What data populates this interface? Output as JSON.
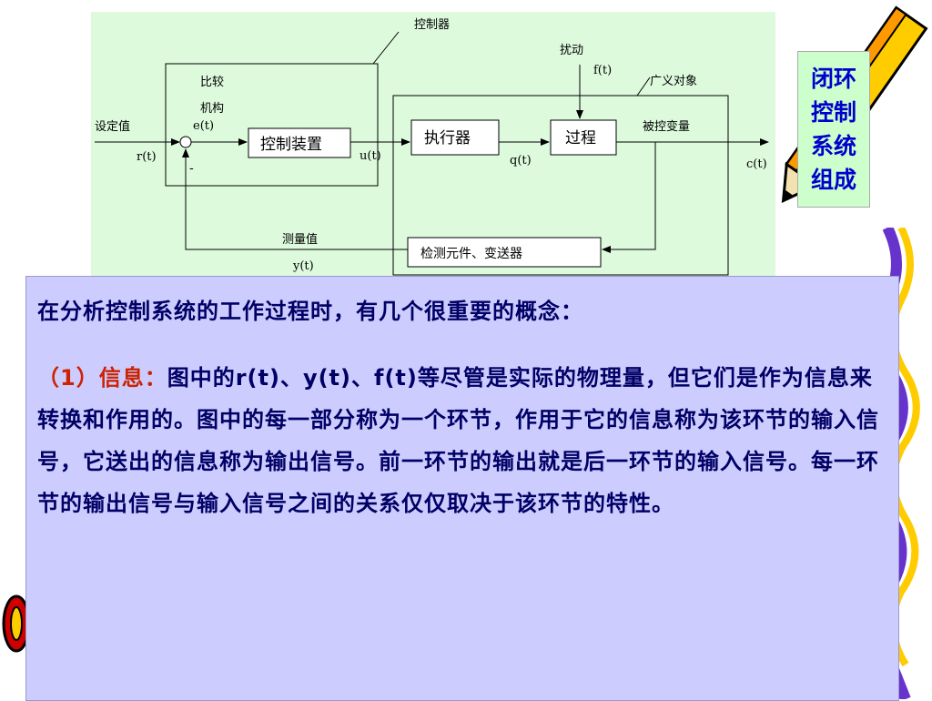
{
  "diagram": {
    "controller_label": "控制器",
    "disturbance_label": "扰动",
    "disturbance_signal": "f(t)",
    "plant_label": "广义对象",
    "compare_label_1": "比较",
    "compare_label_2": "机构",
    "setpoint_label": "设定值",
    "error_signal": "e(t)",
    "input_signal": "r(t)",
    "minus_sign": "-",
    "control_device": "控制装置",
    "control_signal": "u(t)",
    "actuator": "执行器",
    "manipulated_signal": "q(t)",
    "process": "过程",
    "controlled_variable_label": "被控变量",
    "output_signal": "c(t)",
    "measured_label": "测量值",
    "measured_signal": "y(t)",
    "sensor": "检测元件、变送器"
  },
  "side_title": [
    "闭环",
    "控制",
    "系统",
    "组成"
  ],
  "text": {
    "intro": "在分析控制系统的工作过程时，有几个很重要的概念：",
    "item_label": "（1）信息：",
    "item_body": "图中的r(t)、y(t)、f(t)等尽管是实际的物理量，但它们是作为信息来转换和作用的。图中的每一部分称为一个环节，作用于它的信息称为该环节的输入信号，它送出的信息称为输出信号。前一环节的输出就是后一环节的输入信号。每一环节的输出信号与输入信号之间的关系仅仅取决于该环节的特性。"
  },
  "colors": {
    "diagram_bg": "#ddfadd",
    "text_panel_bg": "#ccccff",
    "text_color": "#000066",
    "highlight": "#cc2200",
    "side_title_color": "#0000cc"
  }
}
